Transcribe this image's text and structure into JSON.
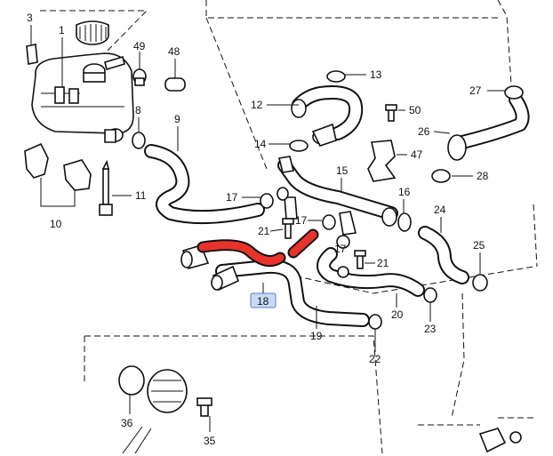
{
  "labels": {
    "l1": "1",
    "l3": "3",
    "l8": "8",
    "l9": "9",
    "l10": "10",
    "l11": "11",
    "l12": "12",
    "l13": "13",
    "l14": "14",
    "l15": "15",
    "l16": "16",
    "l17a": "17",
    "l17b": "17",
    "l18": "18",
    "l19": "19",
    "l20": "20",
    "l21a": "21",
    "l21b": "21",
    "l22": "22",
    "l23": "23",
    "l24": "24",
    "l25": "25",
    "l26": "26",
    "l27": "27",
    "l28": "28",
    "l35": "35",
    "l36": "36",
    "l47": "47",
    "l48": "48",
    "l49": "49",
    "l50": "50"
  },
  "colors": {
    "highlight": "#e8332a",
    "highlight_label_bg": "#c9daf5",
    "highlight_label_border": "#5b7fc4"
  }
}
